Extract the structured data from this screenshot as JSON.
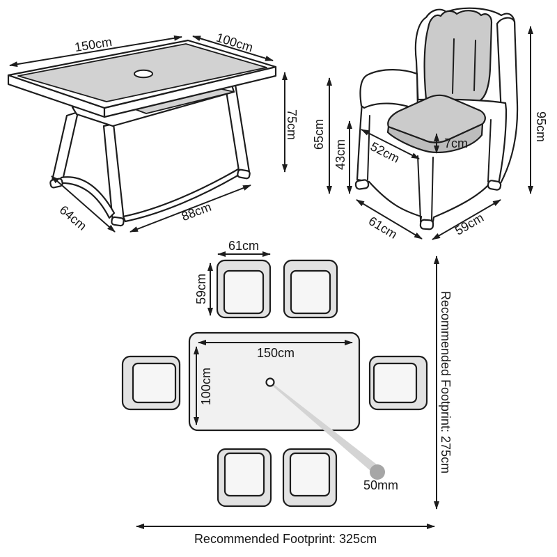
{
  "diagram": {
    "table_3d": {
      "top_length": "150cm",
      "top_width": "100cm",
      "height": "75cm",
      "base_depth": "64cm",
      "base_width": "88cm"
    },
    "chair_3d": {
      "total_height": "95cm",
      "arm_height": "65cm",
      "seat_height": "43cm",
      "seat_depth": "52cm",
      "cushion_thickness": "7cm",
      "width": "61cm",
      "depth": "59cm"
    },
    "top_view": {
      "chair_width": "61cm",
      "chair_depth": "59cm",
      "table_length": "150cm",
      "table_width": "100cm",
      "parasol_hole_diameter": "50mm",
      "footprint_width_label": "Recommended Footprint: 325cm",
      "footprint_depth_label": "Recommended Footprint: 275cm"
    },
    "colors": {
      "outline": "#1d1d1d",
      "glass_gray": "#d2d2d2",
      "cushion_gray": "#cbcbcb",
      "cushion_side_gray": "#bdbdbd",
      "chair_pad_gray": "#e2e2e2",
      "seat_white": "#f6f6f6",
      "table_top_view_fill": "#f1f1f1",
      "pole_gray": "#d4d4d4",
      "pole_end_gray": "#a6a6a6",
      "foot_gray": "#c9c9c9"
    }
  }
}
